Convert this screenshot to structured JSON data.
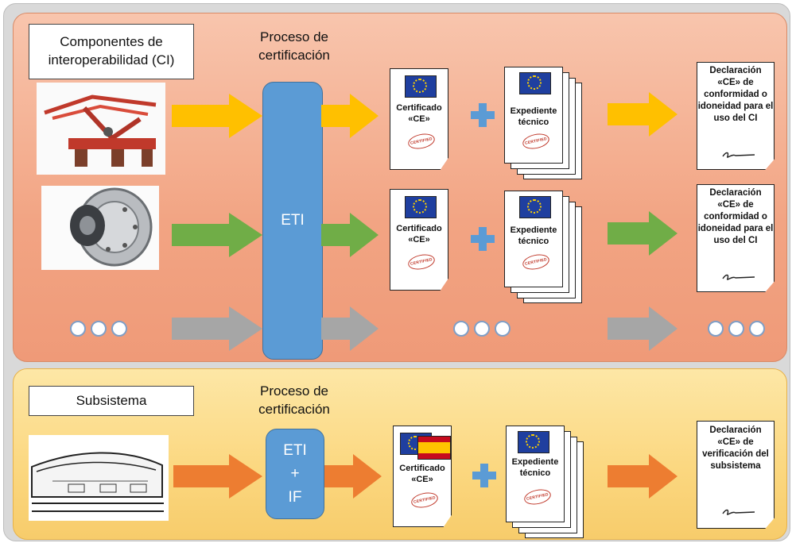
{
  "top_panel": {
    "title": "Componentes de interoperabilidad (CI)",
    "process_title": "Proceso de certificación",
    "process_label": "ETI",
    "rows": [
      {
        "image": "pantograph-image",
        "arrow_color": "#ffc000",
        "cert_label": "Certificado «CE»",
        "file_label": "Expediente técnico",
        "decl_label": "Declaración «CE» de conformidad o idoneidad para el uso del CI"
      },
      {
        "image": "wheel-image",
        "arrow_color": "#70ad47",
        "cert_label": "Certificado «CE»",
        "file_label": "Expediente técnico",
        "decl_label": "Declaración «CE» de conformidad o idoneidad para el uso del CI"
      }
    ],
    "more_arrow_color": "#a6a6a6"
  },
  "bottom_panel": {
    "title": "Subsistema",
    "process_title": "Proceso de certificación",
    "process_lines": [
      "ETI",
      "+",
      "IF"
    ],
    "image": "train-image",
    "arrow_color": "#ed7d31",
    "cert_label": "Certificado «CE»",
    "file_label": "Expediente técnico",
    "decl_label": "Declaración «CE» de verificación del subsistema"
  },
  "icons": {
    "eu_flag": "eu-flag-icon",
    "es_flag": "spain-flag-icon",
    "stamp": "certified-stamp-icon",
    "plus": "plus-icon",
    "signature": "signature-icon",
    "ellipsis": "ellipsis-dots-icon"
  },
  "colors": {
    "top_panel_bg": "#f4ac8c",
    "bottom_panel_bg": "#fcd98a",
    "process_blue": "#5b9bd5"
  }
}
